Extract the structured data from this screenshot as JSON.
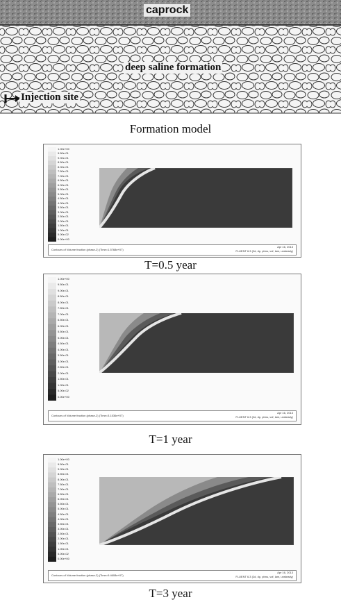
{
  "formation": {
    "caprock_label": "caprock",
    "formation_label": "deep saline formation",
    "injection_label": "Injection site",
    "caption": "Formation model"
  },
  "panels": [
    {
      "caption": "T=0.5 year",
      "footer_left": "Contours of Volume fraction (phase-2) (Time=1.5768e+07)",
      "footer_right_line1": "Apr 16, 2013",
      "footer_right_line2": "FLUENT 6.3 (2d, dp, pbns, vof, lam, unsteady)",
      "legend": [
        "1.00e+00",
        "9.50e-01",
        "9.00e-01",
        "8.50e-01",
        "8.00e-01",
        "7.50e-01",
        "7.00e-01",
        "6.50e-01",
        "6.00e-01",
        "5.50e-01",
        "5.00e-01",
        "4.50e-01",
        "4.00e-01",
        "3.50e-01",
        "3.00e-01",
        "2.50e-01",
        "2.00e-01",
        "1.50e-01",
        "1.00e-01",
        "5.00e-02",
        "0.00e+00"
      ]
    },
    {
      "caption": "T=1 year",
      "footer_left": "Contours of Volume fraction (phase-2) (Time=3.1536e+07)",
      "footer_right_line1": "Apr 16, 2013",
      "footer_right_line2": "FLUENT 6.3 (2d, dp, pbns, vof, lam, unsteady)",
      "legend": [
        "1.00e+00",
        "9.50e-01",
        "9.00e-01",
        "8.50e-01",
        "8.00e-01",
        "7.50e-01",
        "7.00e-01",
        "6.50e-01",
        "6.00e-01",
        "5.50e-01",
        "5.00e-01",
        "4.50e-01",
        "4.00e-01",
        "3.50e-01",
        "3.00e-01",
        "2.50e-01",
        "2.00e-01",
        "1.50e-01",
        "1.00e-01",
        "5.00e-02",
        "0.00e+00"
      ]
    },
    {
      "caption": "T=3 year",
      "footer_left": "Contours of Volume fraction (phase-2) (Time=9.4608e+07)",
      "footer_right_line1": "Apr 16, 2013",
      "footer_right_line2": "FLUENT 6.3 (2d, dp, pbns, vof, lam, unsteady)",
      "legend": [
        "1.00e+00",
        "9.50e-01",
        "9.00e-01",
        "8.50e-01",
        "8.00e-01",
        "7.50e-01",
        "7.00e-01",
        "6.50e-01",
        "6.00e-01",
        "5.50e-01",
        "5.00e-01",
        "4.50e-01",
        "4.00e-01",
        "3.50e-01",
        "3.00e-01",
        "2.50e-01",
        "2.00e-01",
        "1.50e-01",
        "1.00e-01",
        "5.00e-02",
        "0.00e+00"
      ]
    }
  ],
  "colors": {
    "plume_dark": "#3a3a3a",
    "plume_light": "#e6e6e6",
    "caprock": "#9a9a9a"
  }
}
